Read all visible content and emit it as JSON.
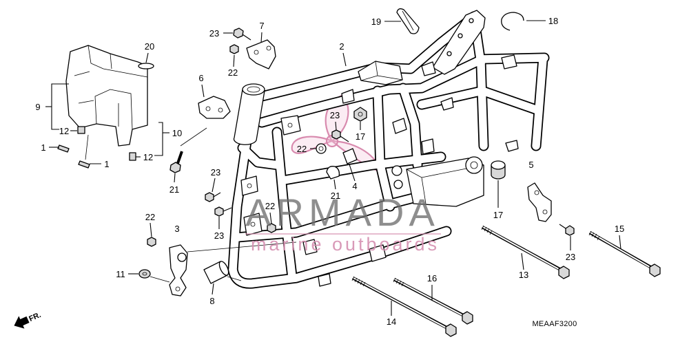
{
  "diagram": {
    "drawing_code": "MEAAF3200",
    "front_label": "FR."
  },
  "watermark": {
    "brand": "ARMADA",
    "tagline": "marine outboards"
  },
  "callouts": [
    "19",
    "18",
    "2",
    "7",
    "23",
    "22",
    "20",
    "9",
    "12",
    "12",
    "10",
    "1",
    "1",
    "6",
    "21",
    "23",
    "23",
    "23",
    "17",
    "22",
    "4",
    "21",
    "22",
    "5",
    "17",
    "22",
    "3",
    "11",
    "8",
    "13",
    "15",
    "23",
    "16",
    "14"
  ],
  "colors": {
    "line": "#000000",
    "background": "#ffffff",
    "watermark_pink": "#d58fb0",
    "watermark_gray": "#6e6e6e"
  }
}
